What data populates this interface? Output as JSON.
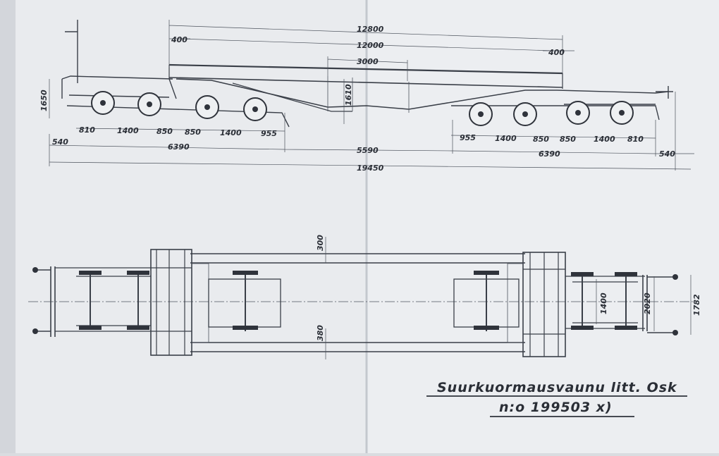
{
  "title": {
    "line1": "Suurkuormausvaunu litt. Osk",
    "line2": "n:o 199503 x)"
  },
  "side_view": {
    "dims_top": [
      "12800",
      "12000",
      "3000",
      "400",
      "400"
    ],
    "dims_height": [
      "1650",
      "1610"
    ],
    "dims_left_bogie": [
      "810",
      "1400",
      "850",
      "850",
      "1400",
      "955"
    ],
    "dims_right_bogie": [
      "955",
      "1400",
      "850",
      "850",
      "1400",
      "810"
    ],
    "dims_overall": [
      "540",
      "6390",
      "5590",
      "6390",
      "540",
      "19450"
    ]
  },
  "plan_view": {
    "dims": [
      "300",
      "380",
      "1400",
      "2020",
      "1782"
    ]
  },
  "colors": {
    "paper": "#eceef0",
    "ink": "#2f333b",
    "fold": "#c6c9ce"
  }
}
